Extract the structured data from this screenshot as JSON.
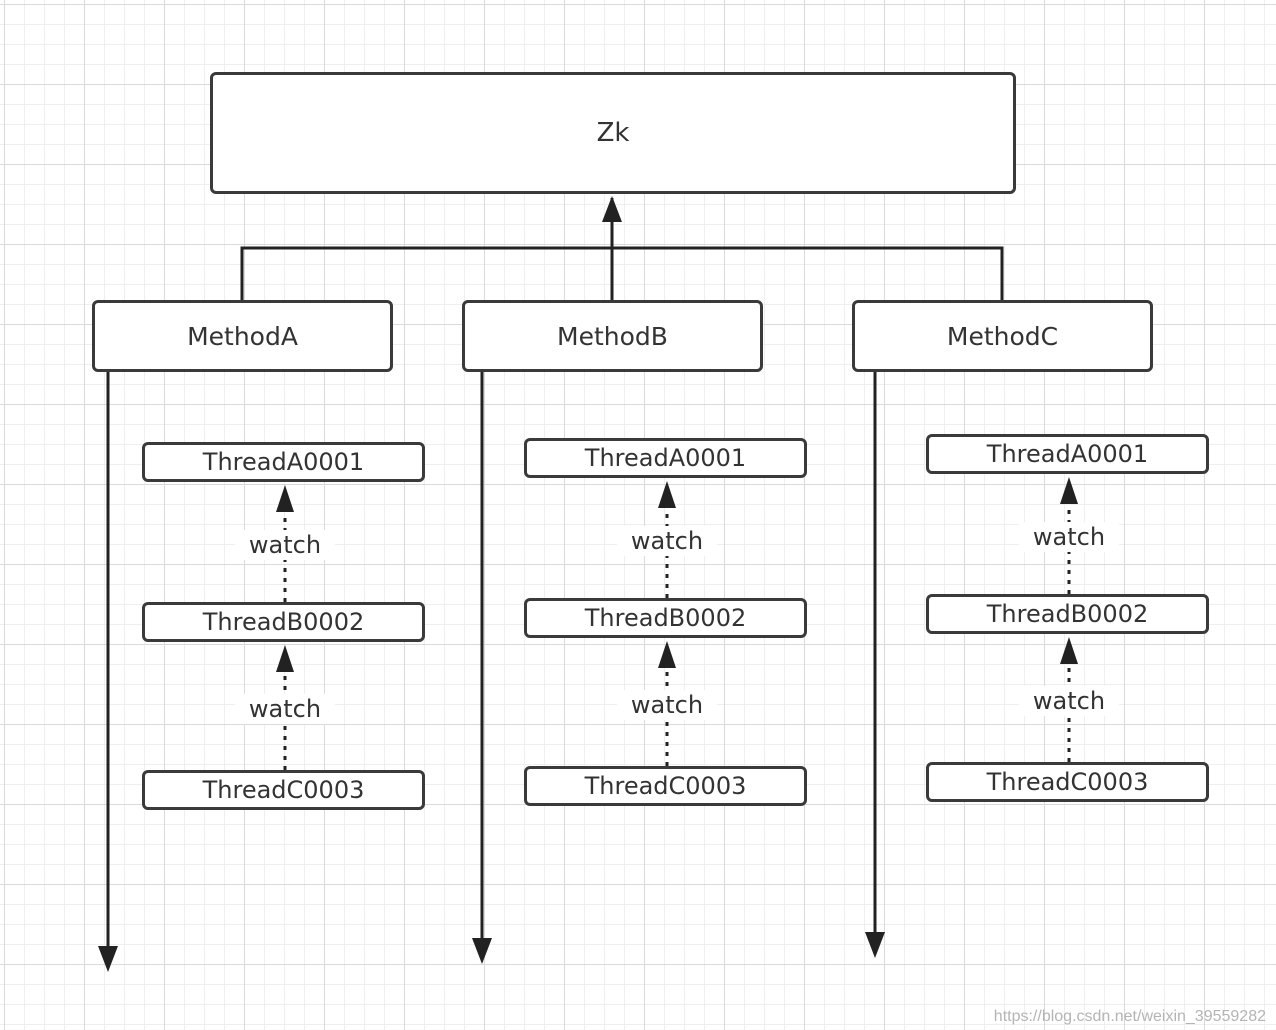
{
  "root": {
    "label": "Zk"
  },
  "methods": [
    {
      "label": "MethodA"
    },
    {
      "label": "MethodB"
    },
    {
      "label": "MethodC"
    }
  ],
  "columns": [
    {
      "threads": [
        "ThreadA0001",
        "ThreadB0002",
        "ThreadC0003"
      ],
      "watch_labels": [
        "watch",
        "watch"
      ]
    },
    {
      "threads": [
        "ThreadA0001",
        "ThreadB0002",
        "ThreadC0003"
      ],
      "watch_labels": [
        "watch",
        "watch"
      ]
    },
    {
      "threads": [
        "ThreadA0001",
        "ThreadB0002",
        "ThreadC0003"
      ],
      "watch_labels": [
        "watch",
        "watch"
      ]
    }
  ],
  "watermark": "https://blog.csdn.net/weixin_39559282",
  "colors": {
    "stroke": "#3a3a3a",
    "text": "#333333",
    "grid": "#dadada",
    "watermark": "#b4b4b4"
  }
}
